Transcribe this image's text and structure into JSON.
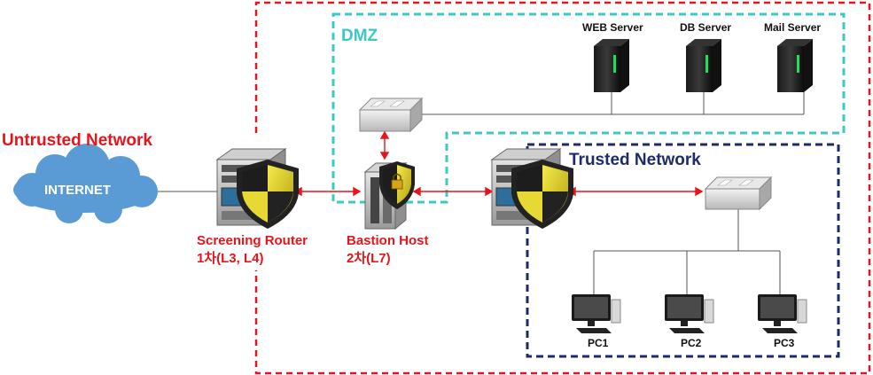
{
  "zones": {
    "untrusted": "Untrusted Network",
    "dmz": "DMZ",
    "trusted": "Trusted Network"
  },
  "internet": "INTERNET",
  "screening_router": {
    "name": "Screening Router",
    "layer": "1차(L3, L4)"
  },
  "bastion_host": {
    "name": "Bastion Host",
    "layer": "2차(L7)"
  },
  "dmz_servers": [
    "WEB Server",
    "DB Server",
    "Mail Server"
  ],
  "pcs": [
    "PC1",
    "PC2",
    "PC3"
  ],
  "colors": {
    "untrusted_red": "#e8141b",
    "dmz_teal": "#3cc9c4",
    "trusted_navy": "#1d2b6b",
    "cloud_blue": "#5b9bd5"
  }
}
